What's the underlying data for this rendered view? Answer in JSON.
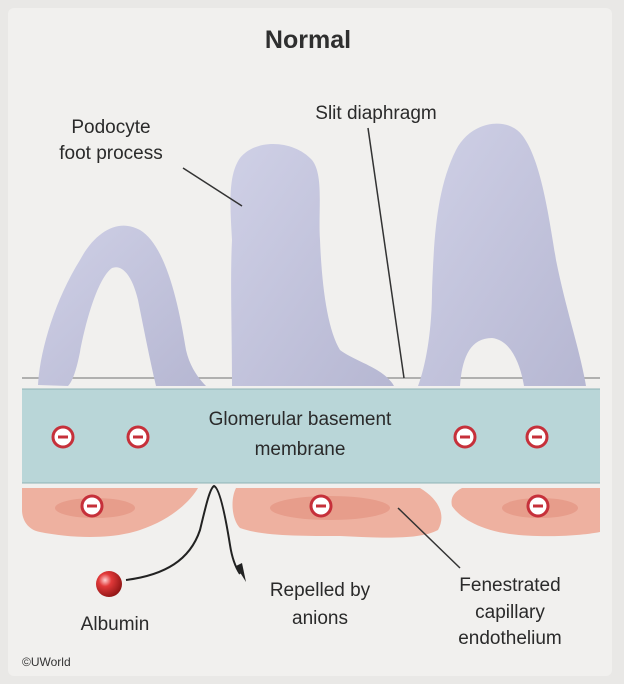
{
  "diagram": {
    "title": "Normal",
    "labels": {
      "podocyte_line1": "Podocyte",
      "podocyte_line2": "foot process",
      "slit_diaphragm": "Slit diaphragm",
      "gbm_line1": "Glomerular basement",
      "gbm_line2": "membrane",
      "albumin": "Albumin",
      "repelled_line1": "Repelled by",
      "repelled_line2": "anions",
      "fenestrated_line1": "Fenestrated",
      "fenestrated_line2": "capillary",
      "fenestrated_line3": "endothelium",
      "copyright": "©UWorld"
    },
    "anion_symbol": "−",
    "colors": {
      "background": "#e9e8e6",
      "panel": "#f1f0ee",
      "podocyte": "#c3c4dc",
      "gbm": "#b9d6d8",
      "endothelium": "#eeb1a0",
      "anion": "#c6303a",
      "albumin": "#d42c2c"
    }
  }
}
